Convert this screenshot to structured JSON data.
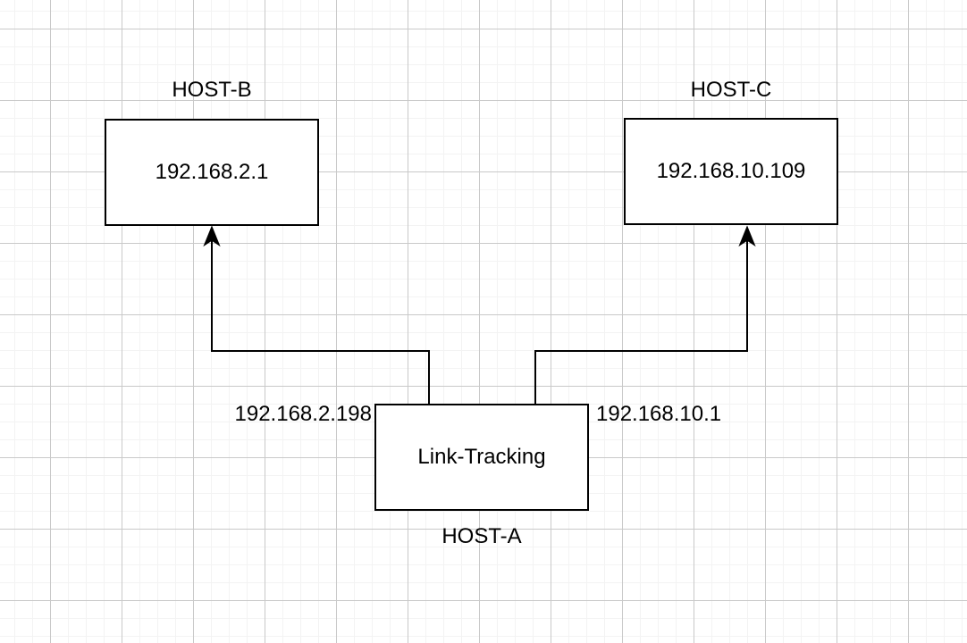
{
  "diagram": {
    "type": "network-diagram",
    "nodes": {
      "host_b": {
        "title": "HOST-B",
        "label": "192.168.2.1"
      },
      "host_c": {
        "title": "HOST-C",
        "label": "192.168.10.109"
      },
      "host_a": {
        "title": "HOST-A",
        "label": "Link-Tracking"
      }
    },
    "edges": {
      "a_to_b": {
        "label": "192.168.2.198",
        "direction": "HOST-A to HOST-B",
        "arrow": "classic"
      },
      "a_to_c": {
        "label": "192.168.10.1",
        "direction": "HOST-A to HOST-C",
        "arrow": "classic"
      }
    },
    "colors": {
      "stroke": "#000000",
      "node_fill": "#ffffff",
      "canvas": "#ffffff",
      "grid_minor": "#f3f3f3",
      "grid_major": "#c9c9c9"
    }
  }
}
